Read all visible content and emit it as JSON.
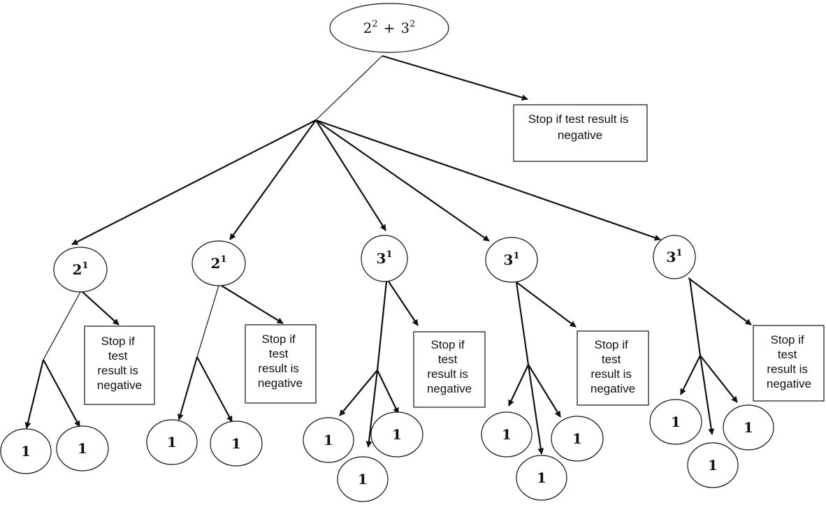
{
  "root": {
    "base_a": "2",
    "exp_a": "2",
    "operator": "+",
    "base_b": "3",
    "exp_b": "2"
  },
  "root_stop": {
    "lines": [
      "Stop if test result is",
      "negative"
    ]
  },
  "branches": [
    {
      "base": "2",
      "exp": "1",
      "stop_lines": [
        "Stop if",
        "test",
        "result is",
        "negative"
      ],
      "leaves": [
        "1",
        "1"
      ]
    },
    {
      "base": "2",
      "exp": "1",
      "stop_lines": [
        "Stop if",
        "test",
        "result is",
        "negative"
      ],
      "leaves": [
        "1",
        "1"
      ]
    },
    {
      "base": "3",
      "exp": "1",
      "stop_lines": [
        "Stop if",
        "test",
        "result is",
        "negative"
      ],
      "leaves": [
        "1",
        "1",
        "1"
      ]
    },
    {
      "base": "3",
      "exp": "1",
      "stop_lines": [
        "Stop if",
        "test",
        "result is",
        "negative"
      ],
      "leaves": [
        "1",
        "1",
        "1"
      ]
    },
    {
      "base": "3",
      "exp": "1",
      "stop_lines": [
        "Stop if",
        "test",
        "result is",
        "negative"
      ],
      "leaves": [
        "1",
        "1",
        "1"
      ]
    }
  ]
}
